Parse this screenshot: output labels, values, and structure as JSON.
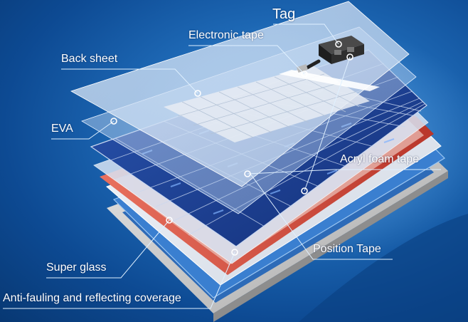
{
  "labels": {
    "tag": "Tag",
    "electronic_tape": "Electronic tape",
    "back_sheet": "Back sheet",
    "eva": "EVA",
    "acryl_foam_tape": "Acryl foam tape",
    "position_tape": "Position Tape",
    "super_glass": "Super glass",
    "anti_fauling": "Anti-fauling and reflecting coverage"
  },
  "colors": {
    "background": "#1f6bb8",
    "label_text": "#ffffff",
    "leader_line": "#dff0ff",
    "cell_blue": "#1b3f93",
    "cell_grid": "#c9d7f0",
    "back_sheet": "#c9dcf2",
    "red_layer": "#d24a3a",
    "frame": "#c7c7c7",
    "junction_box": "#2b2b2b"
  },
  "icons": [
    "junction-box-icon"
  ]
}
